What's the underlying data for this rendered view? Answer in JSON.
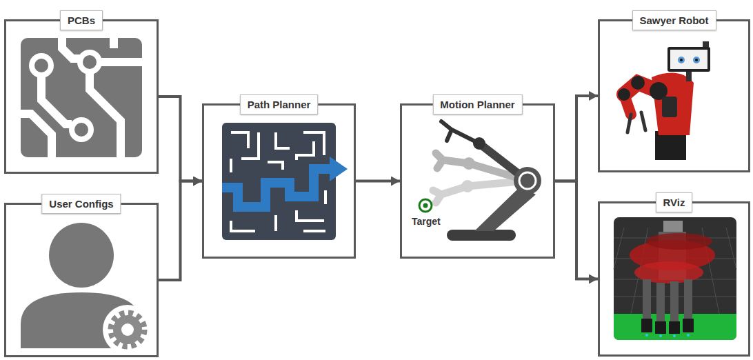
{
  "diagram": {
    "nodes": [
      {
        "text": [
          "PCBs"
        ]
      },
      {
        "text": [
          "User Configs"
        ]
      },
      {
        "text": [
          "Path Planner"
        ]
      },
      {
        "text": [
          "Motion Planner"
        ]
      },
      {
        "text": [
          "Sawyer Robot"
        ]
      },
      {
        "text": [
          "RViz"
        ]
      }
    ],
    "edges": [
      {
        "from": 0,
        "to": 2,
        "arrow": "to"
      },
      {
        "from": 1,
        "to": 2,
        "arrow": "to"
      },
      {
        "from": 2,
        "to": 3,
        "arrow": "to"
      },
      {
        "from": 3,
        "to": 4,
        "arrow": "to"
      },
      {
        "from": 3,
        "to": 5,
        "arrow": "to"
      }
    ],
    "labels": [
      "Target"
    ]
  }
}
